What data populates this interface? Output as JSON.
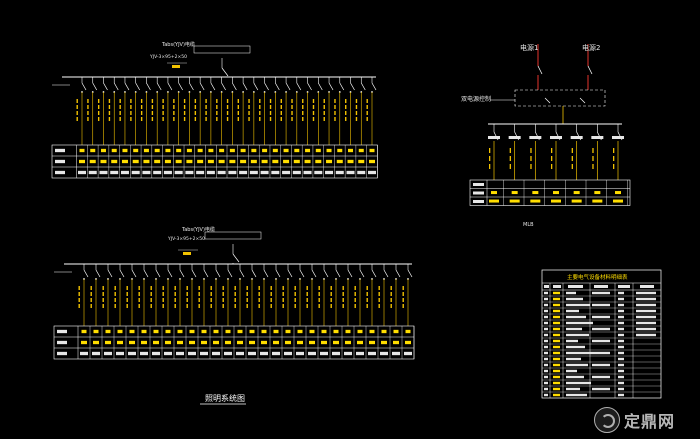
{
  "colors": {
    "background": "#000000",
    "bus": "#ffffff",
    "cable": "#f2c200",
    "breaker": "#ffffff",
    "incoming": "#ff3b30",
    "text": "#e6e6e6",
    "table_line": "#ffffff",
    "yellow_text": "#ffdd00"
  },
  "panels": {
    "top": {
      "feeder_count": 28,
      "incoming_label": "Tabs(YJV)电缆",
      "incoming_cable": "YJV-3×95+2×50"
    },
    "bottom": {
      "feeder_count": 28,
      "incoming_label": "Tabs(YJV)电缆",
      "incoming_cable": "YJV-3×95+2×50"
    }
  },
  "top_right": {
    "sources": [
      "电源1",
      "电源2"
    ],
    "control_label": "双电源控制",
    "feeder_count": 7,
    "label_below": "MLB"
  },
  "bottom_title": "照明系统图",
  "legend_table": {
    "title": "主要电气设备材料明细表",
    "row_count": 18
  },
  "watermark": {
    "text": "定鼎网",
    "icon": "dingding-logo-icon"
  }
}
